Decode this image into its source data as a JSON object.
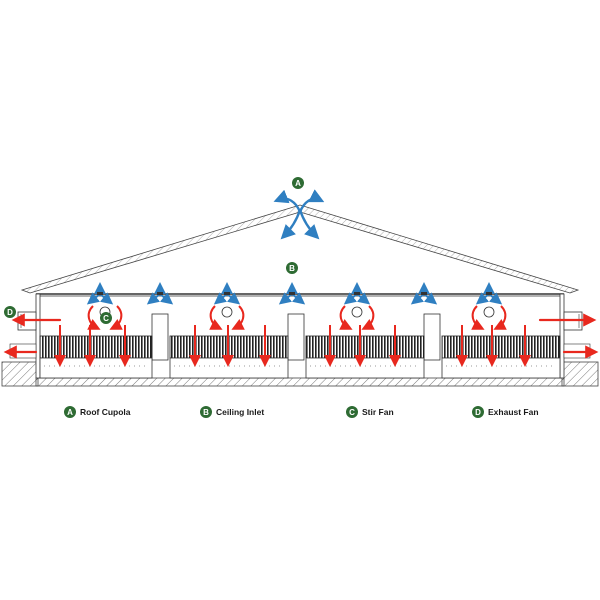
{
  "colors": {
    "marker": "#2e6b33",
    "air_in": "#2f7fc1",
    "air_out": "#e8281e",
    "outline": "#333333"
  },
  "markers": {
    "roof_cupola": "A",
    "ceiling_inlet": "B",
    "stir_fan": "C",
    "exhaust_fan": "D"
  },
  "legend": [
    {
      "letter": "A",
      "label": "Roof Cupola"
    },
    {
      "letter": "B",
      "label": "Ceiling Inlet"
    },
    {
      "letter": "C",
      "label": "Stir Fan"
    },
    {
      "letter": "D",
      "label": "Exhaust Fan"
    }
  ],
  "icons": {
    "cupola": "roof-cupola-arrows-icon",
    "inlet": "ceiling-inlet-arrows-icon",
    "stir": "stir-fan-icon",
    "exhaust": "exhaust-fan-icon"
  }
}
